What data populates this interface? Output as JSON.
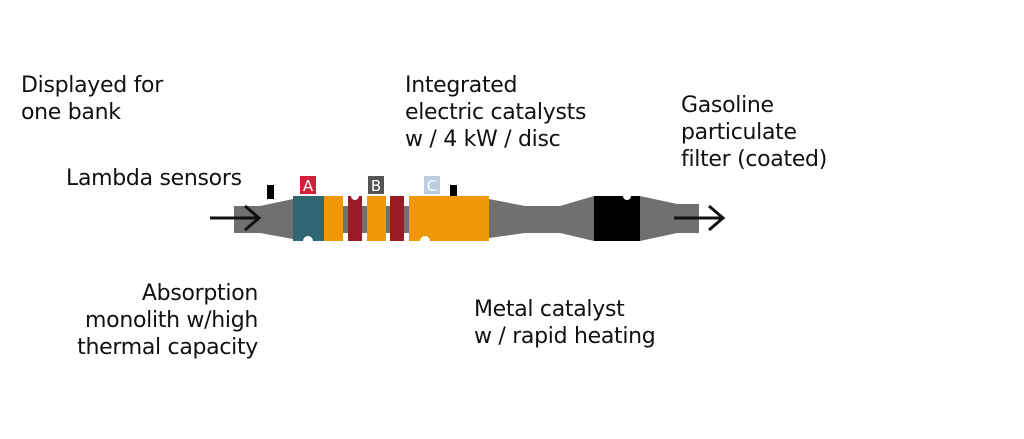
{
  "labels": {
    "displayed": "Displayed for\none bank",
    "lambda": "Lambda sensors",
    "integrated": "Integrated\nelectric catalysts\nw / 4 kW / disc",
    "gpf": "Gasoline\nparticulate\nfilter (coated)",
    "absorption": "Absorption\nmonolith w/high\nthermal capacity",
    "metal": "Metal catalyst\nw / rapid heating"
  },
  "badges": [
    {
      "text": "A",
      "color": "#d0203a"
    },
    {
      "text": "B",
      "color": "#555555"
    },
    {
      "text": "C",
      "color": "#b9cfdf"
    }
  ],
  "colors": {
    "pipe": "#707070",
    "absorption_monolith": "#2f6672",
    "catalyst": "#f0980a",
    "electric_disc": "#9a1a25",
    "filter": "#000000",
    "sensor": "#000000",
    "arrow": "#111111"
  }
}
